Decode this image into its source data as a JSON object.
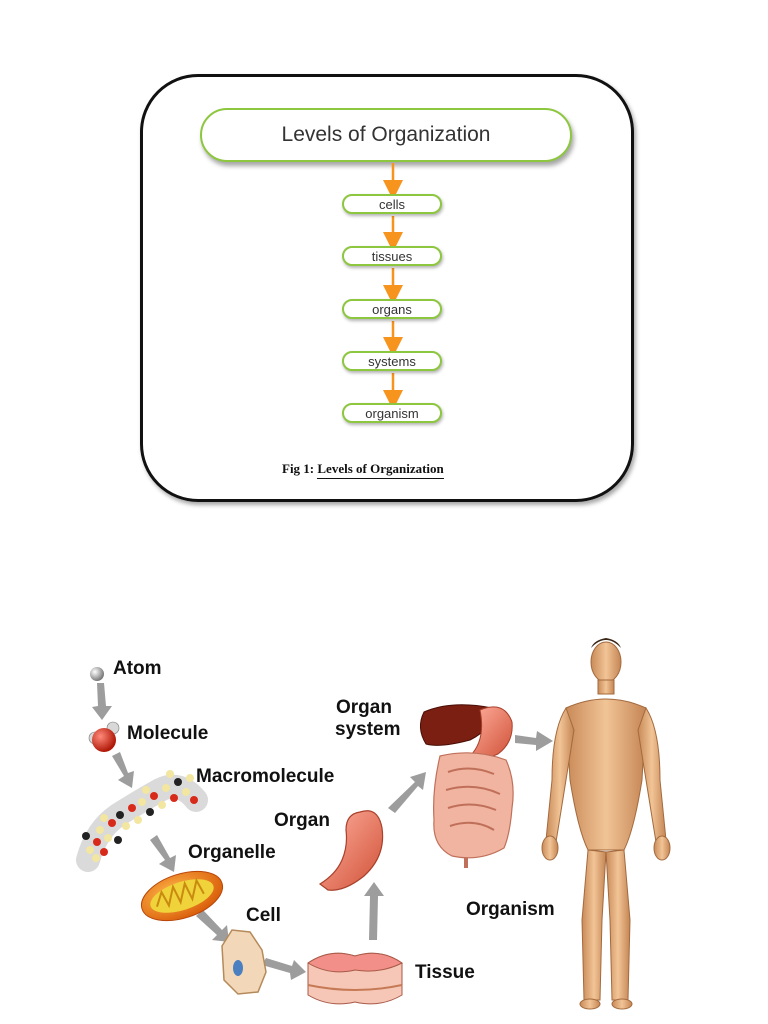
{
  "figure1": {
    "title": "Levels of Organization",
    "levels": [
      "cells",
      "tissues",
      "organs",
      "systems",
      "organism"
    ],
    "caption_prefix": "Fig 1:",
    "caption_text": "Levels of Organization",
    "colors": {
      "pill_border": "#8dc63f",
      "arrow": "#f7941d"
    }
  },
  "figure2": {
    "labels": {
      "atom": "Atom",
      "molecule": "Molecule",
      "macromolecule": "Macromolecule",
      "organelle": "Organelle",
      "cell": "Cell",
      "tissue": "Tissue",
      "organ": "Organ",
      "organ_system_line1": "Organ",
      "organ_system_line2": "system",
      "organism": "Organism"
    },
    "colors": {
      "arrow": "#9d9d9d"
    }
  }
}
